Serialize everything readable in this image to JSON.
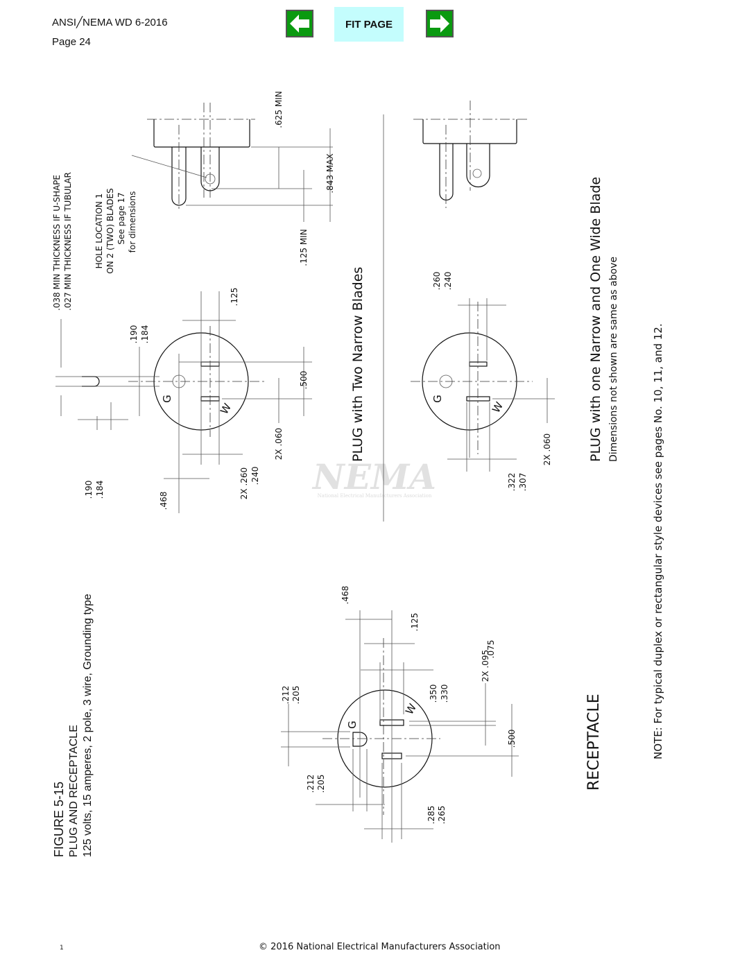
{
  "header": {
    "doc_id": "ANSI╱NEMA  WD 6-2016",
    "page": "Page  24"
  },
  "nav": {
    "prev_icon": "left-arrow-icon",
    "fit_label": "FIT  PAGE",
    "next_icon": "right-arrow-icon",
    "button_color": "#0a9a10",
    "fit_color": "#c4fdfd"
  },
  "figure": {
    "number": "FIGURE    5-15",
    "title": "PLUG AND RECEPTACLE",
    "subtitle": "125 volts, 15 amperes, 2 pole, 3 wire, Grounding type"
  },
  "plug1": {
    "thickness_u": ".038 MIN THICKNESS IF U-SHAPE",
    "thickness_t": ".027 MIN THICKNESS IF TUBULAR",
    "hole": [
      "HOLE  LOCATION  1",
      "ON  2 (TWO) BLADES",
      "See page  17",
      "for dimensions"
    ],
    "d625": ".625 MIN",
    "d843": ".843 MAX",
    "d125min": ".125 MIN",
    "d125": ".125",
    "d190a": ".190",
    "d184a": ".184",
    "d500": ".500",
    "d060": "2X .060",
    "d260": "2X .260",
    "d240": ".240",
    "d468": ".468",
    "d190b": ".190",
    "d184b": ".184",
    "g": "G",
    "w": "W",
    "caption": "PLUG   with Two Narrow Blades"
  },
  "plug2": {
    "d260": ".260",
    "d240": ".240",
    "d060": "2X .060",
    "d322": ".322",
    "d307": ".307",
    "g": "G",
    "w": "W",
    "caption": "PLUG   with one Narrow and One Wide Blade",
    "note": "Dimensions not shown are same as above"
  },
  "receptacle": {
    "caption": "RECEPTACLE",
    "d468": ".468",
    "d125": ".125",
    "d095": "2X .095",
    "d075": ".075",
    "d350": ".350",
    "d330": ".330",
    "d212a": ".212",
    "d205a": ".205",
    "d500": ".500",
    "d212b": ".212",
    "d205b": ".205",
    "d285": ".285",
    "d265": ".265",
    "g": "G",
    "w": "W"
  },
  "note": "NOTE:   For typical duplex or rectangular style devices see pages No. 10, 11,   and 12.",
  "watermark": {
    "logo": "NEMA",
    "tagline": "National Electrical Manufacturers Association"
  },
  "footer": {
    "mark": "1",
    "copyright": "© 2016 National Electrical Manufacturers Association"
  }
}
